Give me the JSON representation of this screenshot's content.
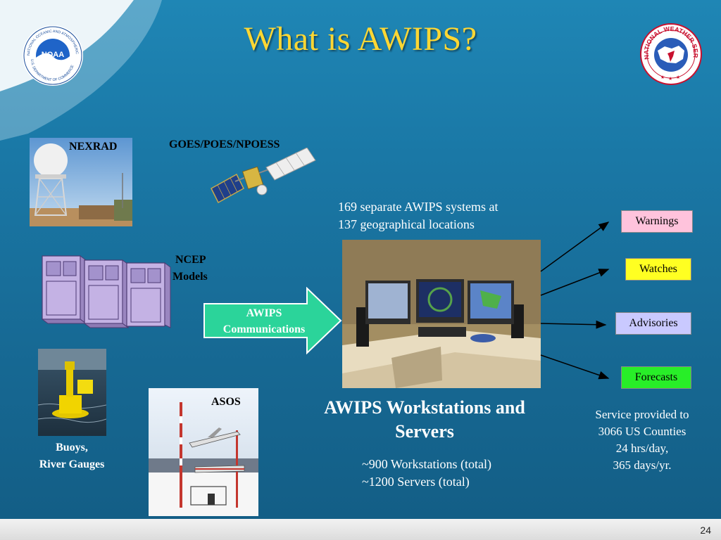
{
  "slide": {
    "title": "What is AWIPS?",
    "page_number": "24"
  },
  "logos": {
    "noaa": {
      "center_text": "NOAA",
      "ring_top": "NATIONAL OCEANIC AND ATMOSPHERIC ADMINISTRATION",
      "ring_bottom": "U.S. DEPARTMENT OF COMMERCE"
    },
    "nws": {
      "ring_text": "NATIONAL WEATHER SERVICE"
    }
  },
  "sources": {
    "nexrad": "NEXRAD",
    "goes": "GOES/POES/NPOESS",
    "ncep_line1": "NCEP",
    "ncep_line2": "Models",
    "buoys_line1": "Buoys,",
    "buoys_line2": "River Gauges",
    "asos": "ASOS"
  },
  "comms": {
    "line1": "AWIPS",
    "line2": "Communications",
    "color": "#2bd49a"
  },
  "systems": {
    "line1": "169 separate AWIPS systems at",
    "line2": "137 geographical locations"
  },
  "workstations": {
    "title_line1": "AWIPS Workstations and",
    "title_line2": "Servers",
    "stat1": "~900 Workstations (total)",
    "stat2": "~1200 Servers (total)"
  },
  "outputs": [
    {
      "label": "Warnings",
      "color": "#ffc3dc"
    },
    {
      "label": "Watches",
      "color": "#ffff22"
    },
    {
      "label": "Advisories",
      "color": "#c9c9ff"
    },
    {
      "label": "Forecasts",
      "color": "#28ee28"
    }
  ],
  "service": {
    "line1": "Service provided to",
    "line2": "3066 US Counties",
    "line3": "24 hrs/day,",
    "line4": "365 days/yr."
  },
  "colors": {
    "title": "#ffd733",
    "background": "#1a78a6"
  }
}
